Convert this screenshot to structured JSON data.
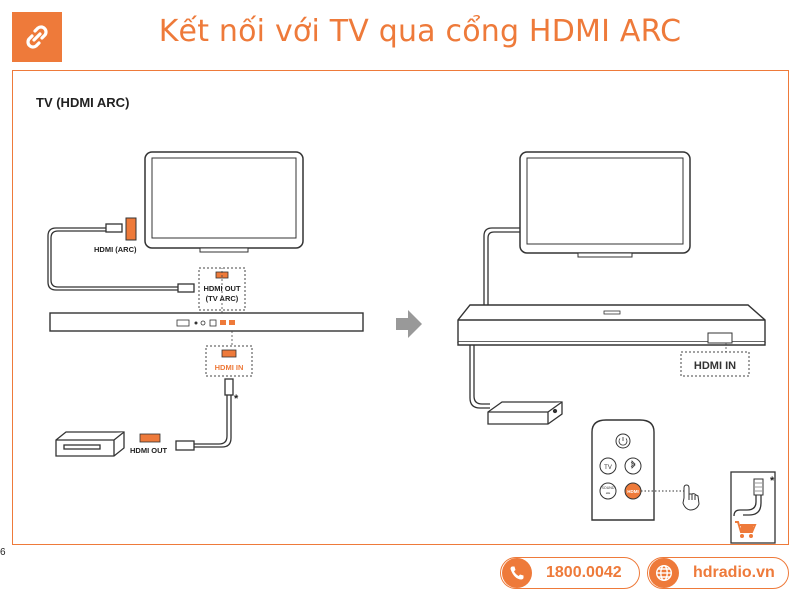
{
  "header": {
    "title": "Kết nối với TV qua cổng HDMI ARC",
    "icon": "link-icon"
  },
  "section": {
    "label": "TV (HDMI ARC)"
  },
  "left_diagram": {
    "tv_port_label": "HDMI (ARC)",
    "soundbar_port_out": "HDMI OUT\n(TV ARC)",
    "soundbar_port_in": "HDMI IN",
    "source_port": "HDMI OUT",
    "asterisk": "*"
  },
  "right_diagram": {
    "soundbar_port": "HDMI IN",
    "remote_buttons": [
      "TV",
      "HDMI"
    ],
    "asterisk": "*"
  },
  "page_number": "6",
  "footer": {
    "phone": "1800.0042",
    "website": "hdradio.vn"
  },
  "colors": {
    "accent": "#ee7a3a",
    "line": "#333333"
  }
}
